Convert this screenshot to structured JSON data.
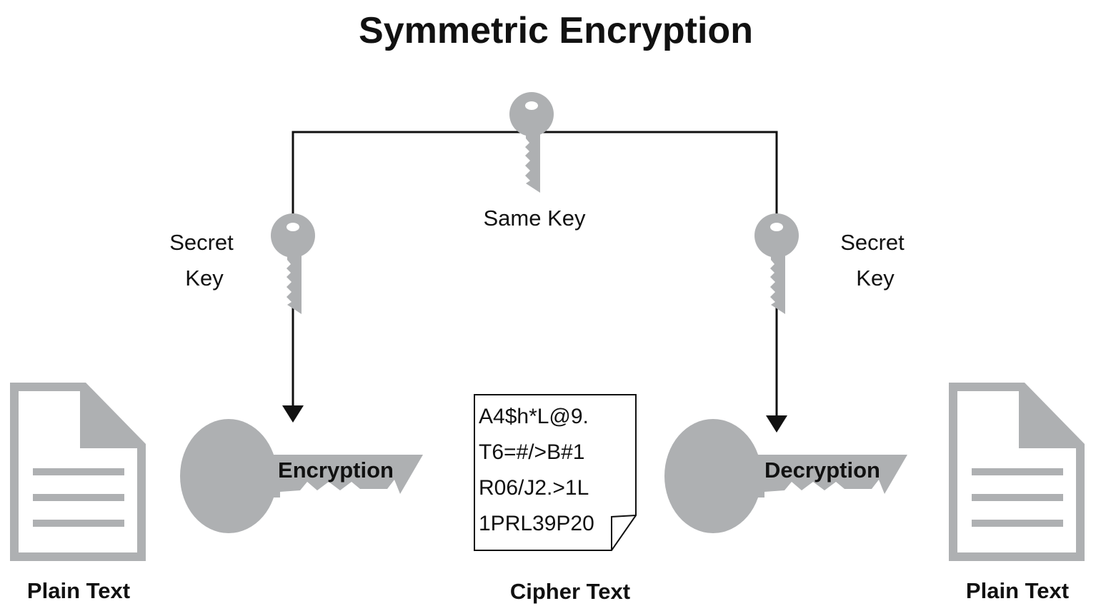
{
  "title": "Symmetric Encryption",
  "colors": {
    "key_gray": "#aeb0b2",
    "line": "#111111",
    "background": "#ffffff"
  },
  "labels": {
    "same_key": "Same Key",
    "secret_key_left": [
      "Secret",
      "Key"
    ],
    "secret_key_right": [
      "Secret",
      "Key"
    ],
    "encryption": "Encryption",
    "decryption": "Decryption",
    "plain_text_left": "Plain Text",
    "cipher_text": "Cipher Text",
    "plain_text_right": "Plain Text"
  },
  "cipher_lines": [
    "A4$h*L@9.",
    "T6=#/>B#1",
    "R06/J2.>1L",
    "1PRL39P20"
  ],
  "icons": {
    "document": "document-icon",
    "small_key": "key-icon",
    "big_key": "key-icon",
    "arrow": "arrow-down-icon"
  }
}
